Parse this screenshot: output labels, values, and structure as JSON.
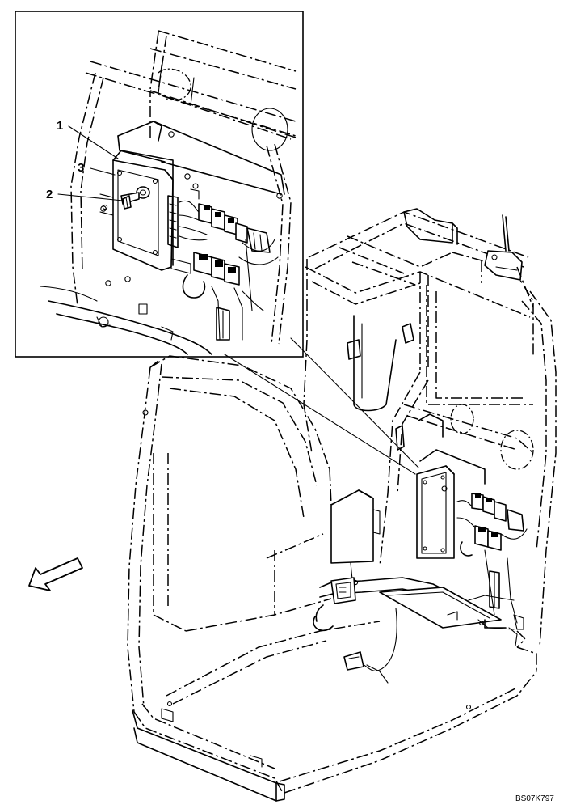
{
  "diagram": {
    "callouts": [
      {
        "label": "1"
      },
      {
        "label": "2"
      },
      {
        "label": "3"
      }
    ],
    "drawing_code": "BS07K797",
    "icons": [
      "direction-arrow-icon"
    ]
  }
}
